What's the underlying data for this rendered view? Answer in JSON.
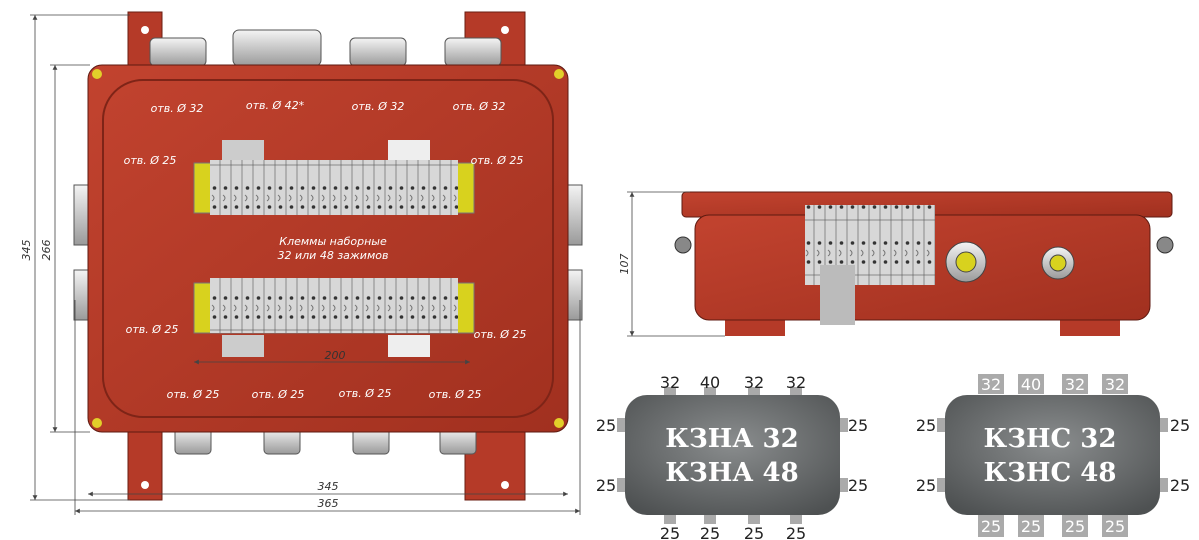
{
  "front_view": {
    "top_holes": [
      "отв. Ø 32",
      "отв. Ø 42*",
      "отв. Ø 32",
      "отв. Ø 32"
    ],
    "side_holes": [
      "отв. Ø 25",
      "отв. Ø 25",
      "отв. Ø 25",
      "отв. Ø 25"
    ],
    "bottom_holes": [
      "отв. Ø 25",
      "отв. Ø 25",
      "отв. Ø 25",
      "отв. Ø 25"
    ],
    "terminals_line1": "Клеммы наборные",
    "terminals_line2": "32 или 48 зажимов",
    "dim_rail": "200",
    "dim_height_outer": "345",
    "dim_height_inner": "266",
    "dim_width_inner": "345",
    "dim_width_outer": "365"
  },
  "side_view": {
    "dim_height": "107"
  },
  "schemes": [
    {
      "name_line1": "КЗНА 32",
      "name_line2": "КЗНА 48",
      "top": [
        "32",
        "40",
        "32",
        "32"
      ],
      "bottom": [
        "25",
        "25",
        "25",
        "25"
      ],
      "left": [
        "25",
        "25"
      ],
      "right": [
        "25",
        "25"
      ]
    },
    {
      "name_line1": "КЗНС 32",
      "name_line2": "КЗНС 48",
      "top": [
        "32",
        "40",
        "32",
        "32"
      ],
      "bottom": [
        "25",
        "25",
        "25",
        "25"
      ],
      "left": [
        "25",
        "25"
      ],
      "right": [
        "25",
        "25"
      ]
    }
  ],
  "colors": {
    "body": "#b53a28",
    "rail": "#d8d21e",
    "scheme": "#6a6d6e"
  }
}
